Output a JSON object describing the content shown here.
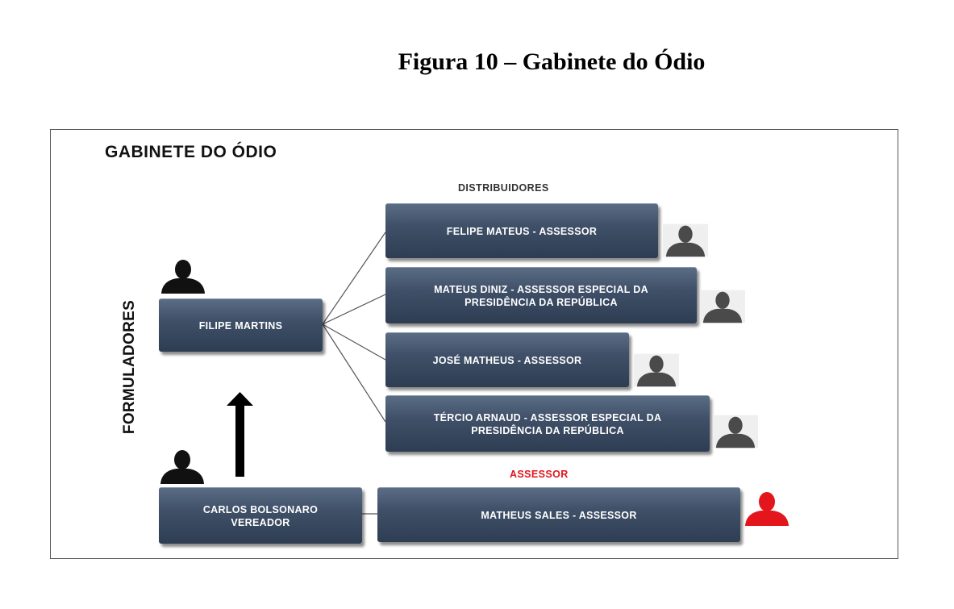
{
  "caption": "Figura 10 – Gabinete do Ódio",
  "heading": "GABINETE DO ÓDIO",
  "labels": {
    "distribuidores": "DISTRIBUIDORES",
    "formuladores": "FORMULADORES",
    "assessor": "ASSESSOR"
  },
  "nodes": {
    "filipe": "FILIPE MARTINS",
    "carlos_1": "CARLOS BOLSONARO",
    "carlos_2": "VEREADOR",
    "felipe_mateus": "FELIPE MATEUS - ASSESSOR",
    "mateus_diniz_1": "MATEUS DINIZ - ASSESSOR ESPECIAL DA",
    "mateus_diniz_2": "PRESIDÊNCIA DA REPÚBLICA",
    "jose_matheus": "JOSÉ MATHEUS - ASSESSOR",
    "tercio_1": "TÉRCIO ARNAUD - ASSESSOR ESPECIAL DA",
    "tercio_2": "PRESIDÊNCIA DA REPÚBLICA",
    "matheus_sales": "MATHEUS SALES - ASSESSOR"
  },
  "colors": {
    "box_top": "#5b6d84",
    "box_bottom": "#2e3d52",
    "person_black": "#111111",
    "person_gray": "#4a4a4a",
    "person_red": "#e2161c",
    "label_red": "#e2161c"
  },
  "icons": [
    "person-icon",
    "up-arrow-icon"
  ]
}
